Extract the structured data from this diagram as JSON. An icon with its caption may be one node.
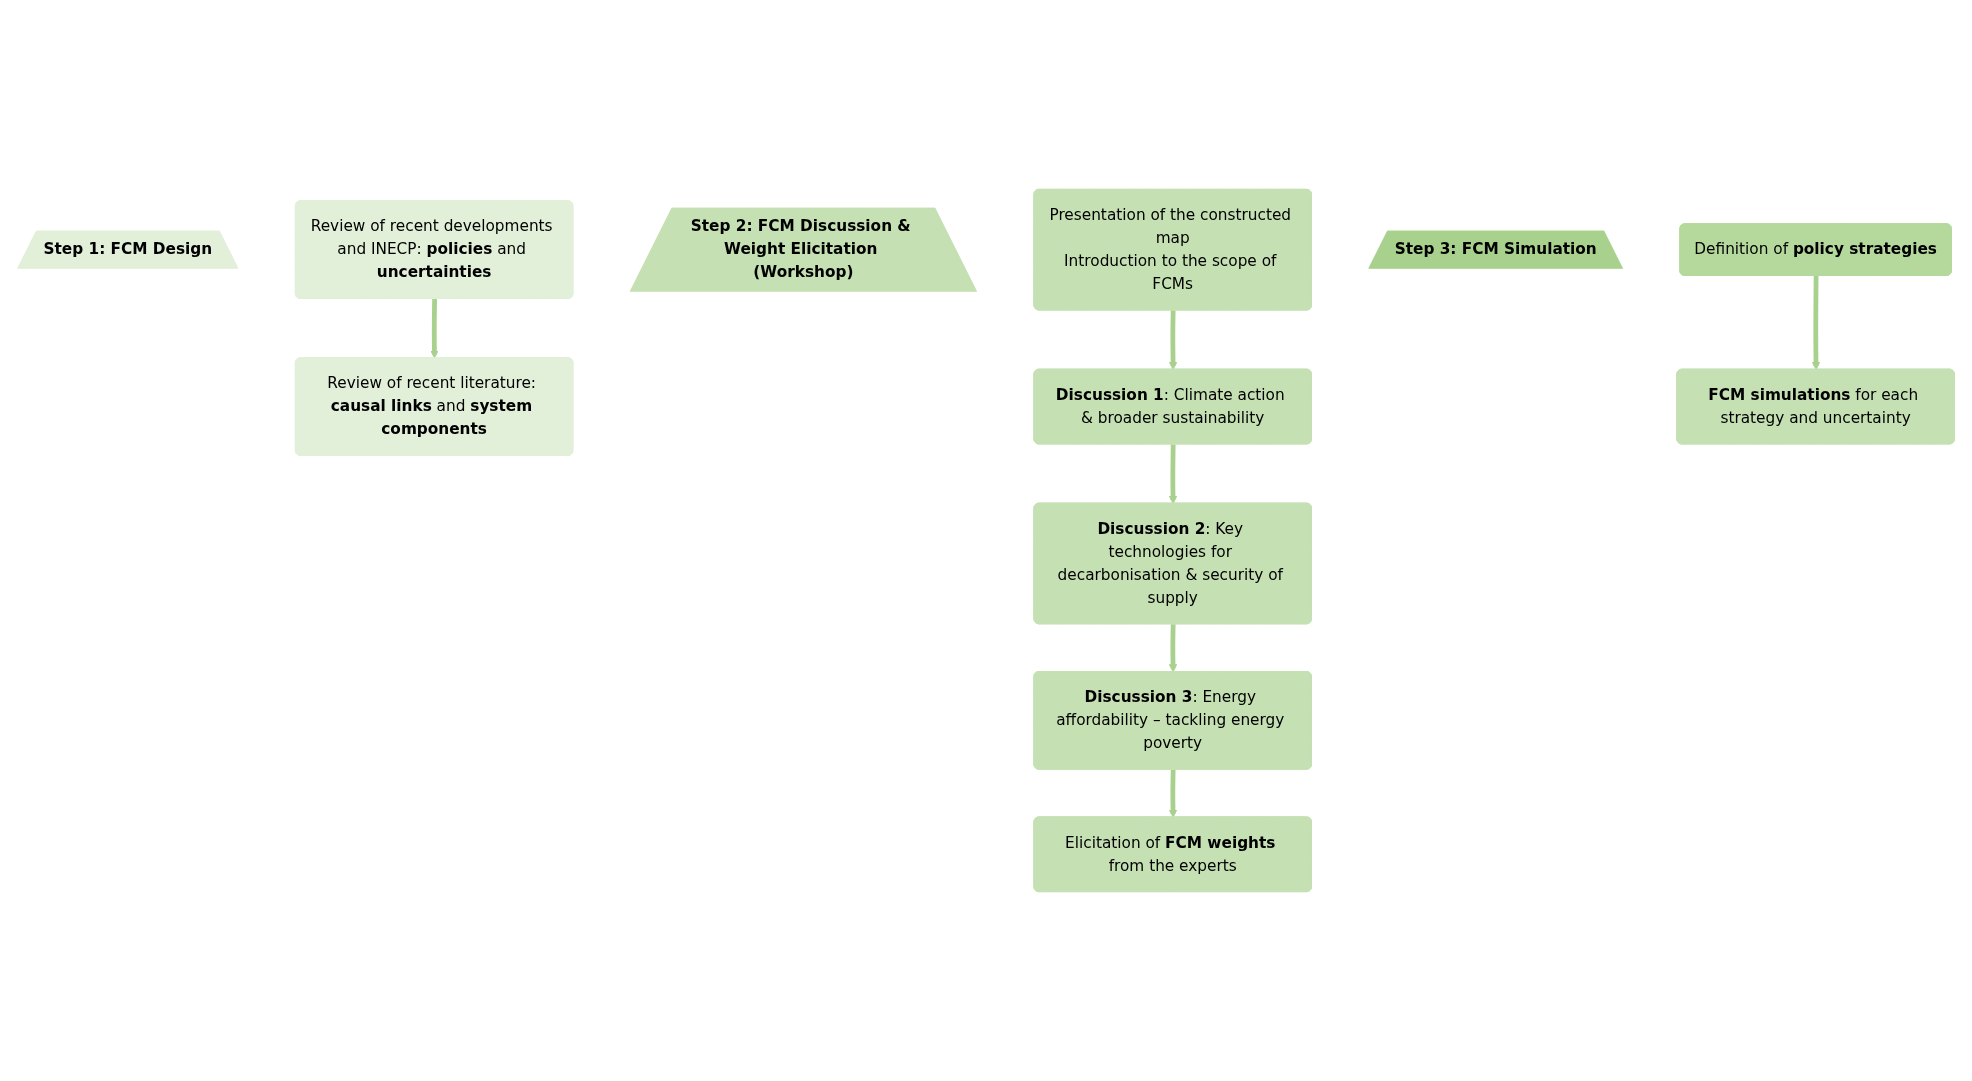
{
  "diagram": {
    "nodes": [
      {
        "text": [
          "Step 1: FCM Design"
        ]
      },
      {
        "text": [
          "Review of recent developments and INECP: **policies** and **uncertainties**"
        ]
      },
      {
        "text": [
          "Review of recent literature: **causal links** and **system components**"
        ]
      },
      {
        "text": [
          "Step 2: FCM Discussion & Weight Elicitation (Workshop)"
        ]
      },
      {
        "text": [
          "Presentation of the constructed map",
          "Introduction to the scope of FCMs"
        ]
      },
      {
        "text": [
          "**Discussion 1**: Climate action & broader sustainability"
        ]
      },
      {
        "text": [
          "**Discussion 2**: Key technologies for decarbonisation & security of supply"
        ]
      },
      {
        "text": [
          "**Discussion 3**: Energy affordability – tackling energy poverty"
        ]
      },
      {
        "text": [
          "Elicitation of **FCM weights** from the experts"
        ]
      },
      {
        "text": [
          "Step 3: FCM Simulation"
        ]
      },
      {
        "text": [
          "Definition of **policy strategies**"
        ]
      },
      {
        "text": [
          "**FCM simulations** for each strategy and uncertainty"
        ]
      }
    ],
    "edges": [
      {
        "from": 1,
        "to": 2,
        "arrow": "to"
      },
      {
        "from": 4,
        "to": 5,
        "arrow": "to"
      },
      {
        "from": 5,
        "to": 6,
        "arrow": "to"
      },
      {
        "from": 6,
        "to": 7,
        "arrow": "to"
      },
      {
        "from": 7,
        "to": 8,
        "arrow": "to"
      },
      {
        "from": 10,
        "to": 11,
        "arrow": "to"
      }
    ]
  }
}
